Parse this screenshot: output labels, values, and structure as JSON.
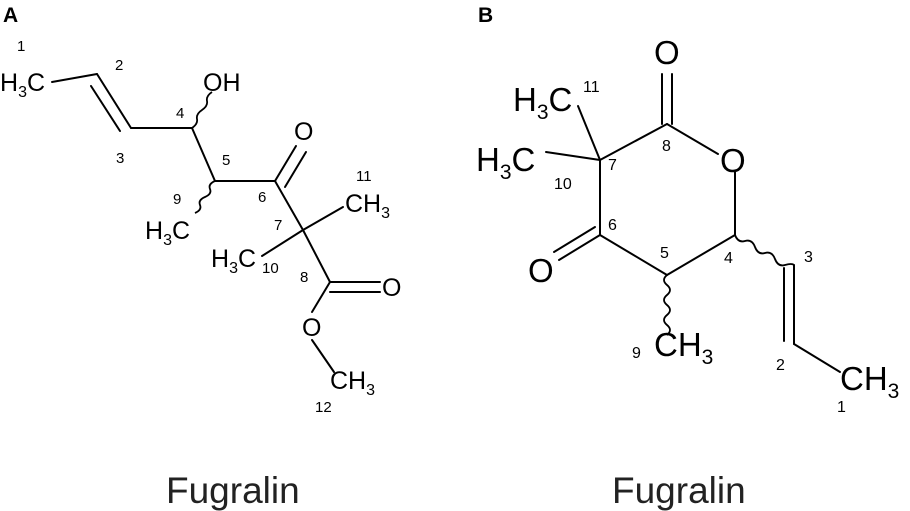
{
  "panels": {
    "a": {
      "letter": "A",
      "caption": "Fugralin",
      "atoms": {
        "ch3_c1": {
          "main": "H",
          "sub": "3",
          "tail": "C"
        },
        "oh": "OH",
        "o_ketone": "O",
        "ch3_c11": {
          "main": "CH",
          "sub": "3"
        },
        "ch3_c9": {
          "main": "H",
          "sub": "3",
          "tail": "C"
        },
        "ch3_c10": {
          "main": "H",
          "sub": "3",
          "tail": "C"
        },
        "o_carbonyl": "O",
        "o_ester": "O",
        "ch3_c12": {
          "main": "CH",
          "sub": "3"
        }
      },
      "numbers": [
        "1",
        "2",
        "3",
        "4",
        "5",
        "6",
        "7",
        "8",
        "9",
        "10",
        "11",
        "12"
      ]
    },
    "b": {
      "letter": "B",
      "caption": "Fugralin",
      "atoms": {
        "o_carbonyl": "O",
        "ch3_c11": {
          "main": "H",
          "sub": "3",
          "tail": "C"
        },
        "ch3_c10": {
          "main": "H",
          "sub": "3",
          "tail": "C"
        },
        "o_ring": "O",
        "o_ketone": "O",
        "ch3_c9": {
          "main": "CH",
          "sub": "3"
        },
        "ch3_c1": {
          "main": "CH",
          "sub": "3"
        }
      },
      "numbers": [
        "1",
        "2",
        "3",
        "4",
        "5",
        "6",
        "7",
        "8",
        "9",
        "10",
        "11"
      ]
    }
  }
}
